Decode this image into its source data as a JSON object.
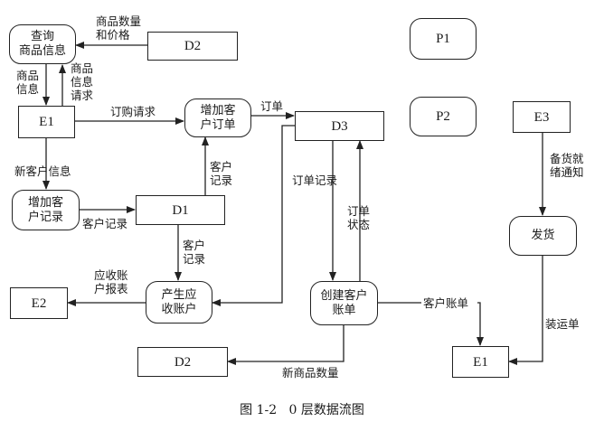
{
  "diagram": {
    "caption": "图 1-2   0 层数据流图",
    "nodes": {
      "query_product": "查询\n商品信息",
      "d2_top": "D2",
      "e1_left": "E1",
      "add_order": "增加客\n户订单",
      "d3": "D3",
      "p1": "P1",
      "p2": "P2",
      "e3": "E3",
      "add_customer": "增加客\n户记录",
      "d1": "D1",
      "e2": "E2",
      "gen_receivable": "产生应\n收账户",
      "create_bill": "创建客户\n账单",
      "ship": "发货",
      "d2_bottom": "D2",
      "e1_right": "E1"
    },
    "flows": {
      "qty_price": "商品数量\n和价格",
      "product_info": "商品\n信息",
      "product_info_req": "商品\n信息\n请求",
      "purchase_req": "订购请求",
      "order": "订单",
      "new_customer_info": "新客户信息",
      "customer_record_up": "客户\n记录",
      "customer_record_to_d1": "客户记录",
      "customer_record_down": "客户\n记录",
      "order_record": "订单记录",
      "order_status": "订单\n状态",
      "receivable_report": "应收账\n户报表",
      "customer_bill": "客户账单",
      "new_qty": "新商品数量",
      "ready_notice": "备货就\n绪通知",
      "shipping_note": "装运单"
    }
  }
}
